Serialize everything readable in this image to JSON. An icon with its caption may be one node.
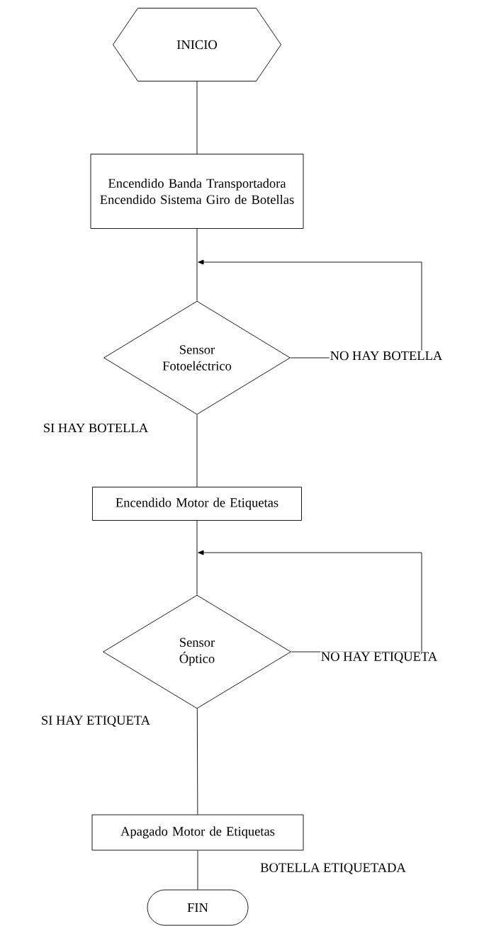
{
  "diagram": {
    "nodes": [
      {
        "text": [
          "INICIO"
        ]
      },
      {
        "text": [
          "Encendido Banda Transportadora Encendido Sistema Giro de Botellas"
        ]
      },
      {
        "text": [
          "Sensor Fotoeléctrico"
        ]
      },
      {
        "text": [
          "Encendido Motor de Etiquetas"
        ]
      },
      {
        "text": [
          "Sensor Óptico"
        ]
      },
      {
        "text": [
          "Apagado Motor de Etiquetas"
        ]
      },
      {
        "text": [
          "FIN"
        ]
      }
    ],
    "edges": [
      {
        "from": 0,
        "to": 1,
        "arrow": "none"
      },
      {
        "from": 1,
        "to": 2,
        "arrow": "none"
      },
      {
        "from": 2,
        "to": null,
        "arrow": "to",
        "label": "NO HAY BOTELLA"
      },
      {
        "from": 2,
        "to": 3,
        "arrow": "none",
        "label": "SI HAY BOTELLA"
      },
      {
        "from": 3,
        "to": 4,
        "arrow": "none"
      },
      {
        "from": 4,
        "to": null,
        "arrow": "to",
        "label": "NO HAY ETIQUETA"
      },
      {
        "from": 4,
        "to": 5,
        "arrow": "none",
        "label": "SI HAY ETIQUETA"
      },
      {
        "from": 5,
        "to": 6,
        "arrow": "none",
        "label": "BOTELLA ETIQUETADA"
      }
    ]
  }
}
